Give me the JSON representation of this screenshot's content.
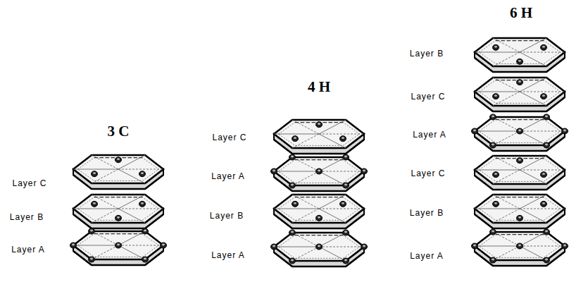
{
  "diagram": {
    "labels": [
      "3 C",
      "Layer C",
      "Layer B",
      "Layer A",
      "4 H",
      "Layer C",
      "Layer A",
      "Layer B",
      "Layer A",
      "6 H",
      "Layer B",
      "Layer C",
      "Layer A",
      "Layer C",
      "Layer B",
      "Layer A"
    ]
  }
}
